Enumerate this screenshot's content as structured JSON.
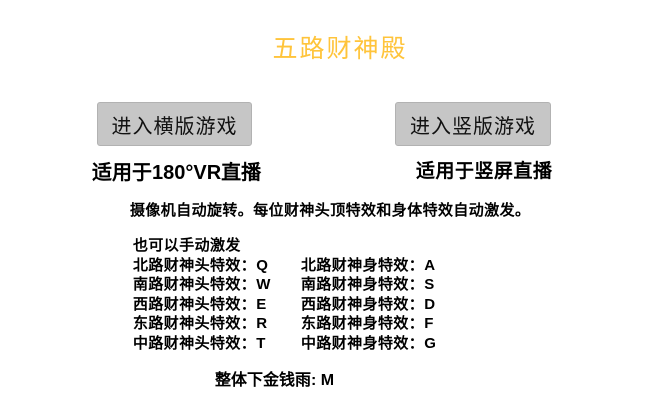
{
  "title": {
    "text": "五路财神殿",
    "color": "#FFC43B"
  },
  "buttons": {
    "horizontal": {
      "label": "进入横版游戏"
    },
    "vertical": {
      "label": "进入竖版游戏"
    },
    "bg_color": "#C6C6C6"
  },
  "captions": {
    "horizontal": "适用于180°VR直播",
    "vertical": "适用于竖屏直播"
  },
  "instructions": {
    "auto_line": "摄像机自动旋转。每位财神头顶特效和身体特效自动激发。",
    "manual_heading": "也可以手动激发"
  },
  "shortcuts": {
    "head": [
      "北路财神头特效：Q",
      "南路财神头特效：W",
      "西路财神头特效：E",
      "东路财神头特效：R",
      "中路财神头特效：T"
    ],
    "body": [
      "北路财神身特效：A",
      "南路财神身特效：S",
      "西路财神身特效：D",
      "东路财神身特效：F",
      "中路财神身特效：G"
    ]
  },
  "footer": {
    "money_rain": "整体下金钱雨: M"
  },
  "colors": {
    "background": "#FFFFFF",
    "title": "#FFC43B",
    "button_bg": "#C6C6C6",
    "text": "#000000"
  }
}
